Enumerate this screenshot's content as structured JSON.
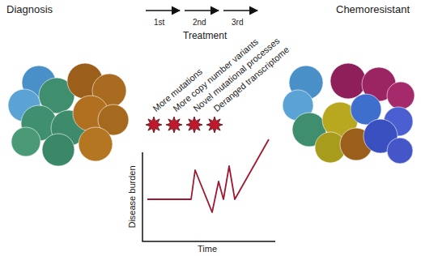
{
  "diagram": {
    "labels": [
      "Diagnosis",
      "Chemoresistant",
      "1st",
      "2nd",
      "3rd",
      "Treatment",
      "More mutations",
      "More copy number variants",
      "Novel mutational processes",
      "Deranged transcriptome",
      "Disease burden",
      "Time"
    ]
  }
}
